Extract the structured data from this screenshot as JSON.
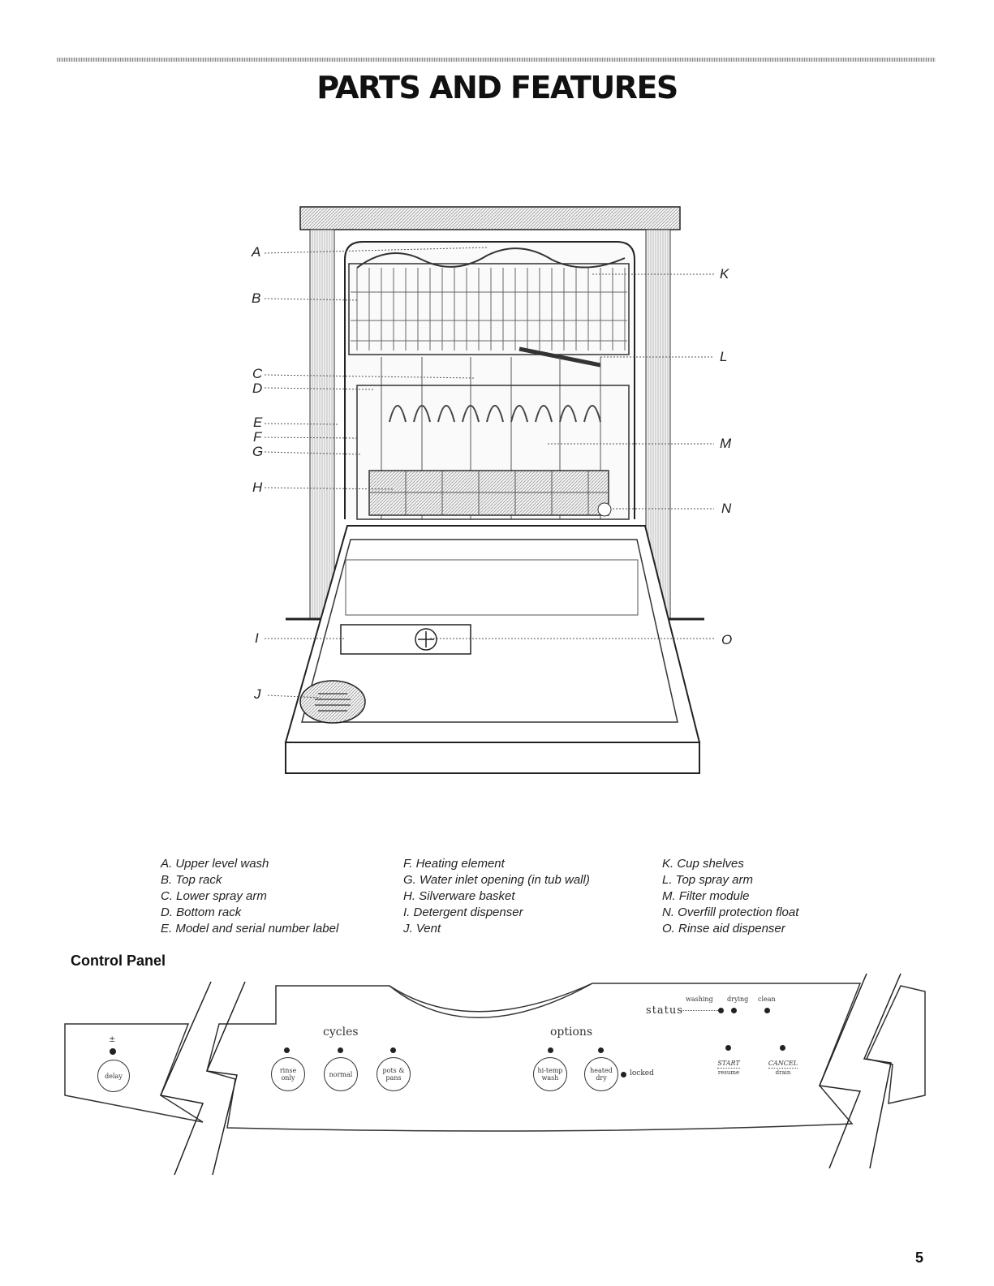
{
  "title": "PARTS AND FEATURES",
  "callouts": [
    "A",
    "B",
    "C",
    "D",
    "E",
    "F",
    "G",
    "H",
    "I",
    "J",
    "K",
    "L",
    "M",
    "N",
    "O"
  ],
  "legend": {
    "col1": [
      "A. Upper level wash",
      "B. Top rack",
      "C. Lower spray arm",
      "D. Bottom rack",
      "E. Model and serial number label"
    ],
    "col2": [
      "F. Heating element",
      "G. Water inlet opening (in tub wall)",
      "H. Silverware basket",
      "I. Detergent dispenser",
      "J. Vent"
    ],
    "col3": [
      "K. Cup shelves",
      "L. Top spray arm",
      "M. Filter module",
      "N. Overfill protection float",
      "O. Rinse aid dispenser"
    ]
  },
  "control_panel": {
    "heading": "Control Panel",
    "delay_symbol": "±",
    "delay": "delay",
    "cycles_label": "cycles",
    "cycle_buttons": [
      {
        "line1": "rinse",
        "line2": "only"
      },
      {
        "line1": "normal",
        "line2": ""
      },
      {
        "line1": "pots &",
        "line2": "pans"
      }
    ],
    "options_label": "options",
    "option_buttons": [
      {
        "line1": "hi-temp",
        "line2": "wash"
      },
      {
        "line1": "heated",
        "line2": "dry"
      }
    ],
    "locked": "locked",
    "status_label": "status",
    "status_states": [
      "washing",
      "drying",
      "clean"
    ],
    "start": "START",
    "resume": "resume",
    "cancel": "CANCEL",
    "drain": "drain"
  },
  "page_number": "5"
}
